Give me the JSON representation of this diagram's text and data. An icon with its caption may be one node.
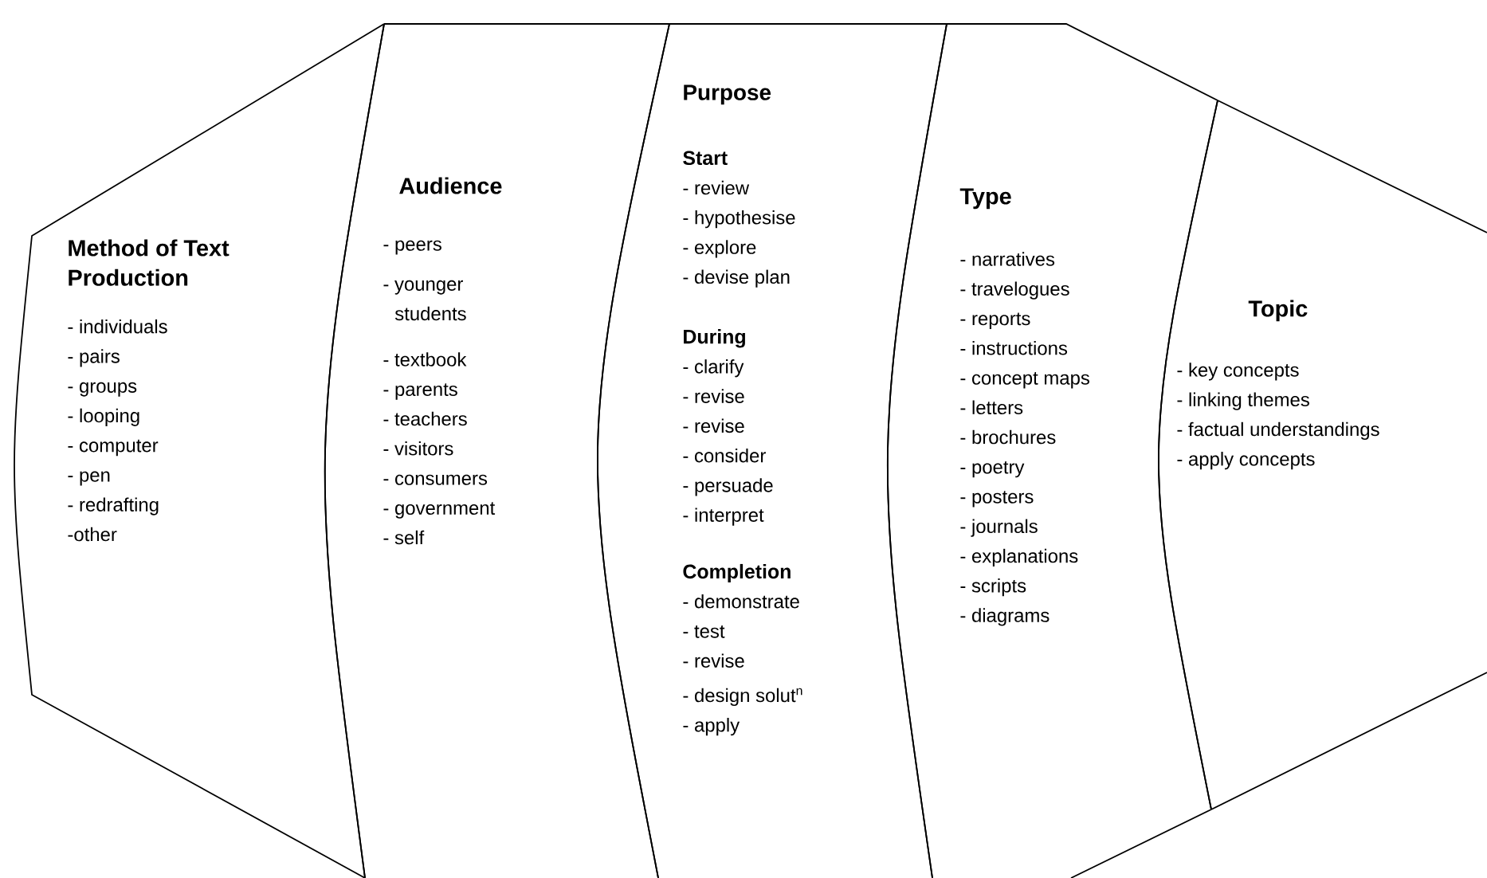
{
  "diagram": {
    "nodes": [
      {
        "text": [
          "Method of Text Production",
          "- individuals",
          "- pairs",
          "- groups",
          "- looping",
          "- computer",
          "- pen",
          "- redrafting",
          "-other"
        ]
      },
      {
        "text": [
          "Audience",
          "- peers",
          "- younger students",
          "- textbook",
          "- parents",
          "- teachers",
          "- visitors",
          "- consumers",
          "- government",
          "- self"
        ]
      },
      {
        "text": [
          "Purpose",
          "Start",
          "- review",
          "- hypothesise",
          "- explore",
          "- devise plan",
          "During",
          "- clarify",
          "- revise",
          "- revise",
          "- consider",
          "- persuade",
          "- interpret",
          "Completion",
          "- demonstrate",
          "- test",
          "- revise",
          "- design solut$^{n}$",
          "- apply"
        ]
      },
      {
        "text": [
          "Type",
          "- narratives",
          "- travelogues",
          "- reports",
          "- instructions",
          "- concept maps",
          "- letters",
          "- brochures",
          "- poetry",
          "- posters",
          "- journals",
          "- explanations",
          "- scripts",
          "- diagrams"
        ]
      },
      {
        "text": [
          "Topic",
          "- key concepts",
          "- linking themes",
          "- factual understandings",
          "- apply concepts"
        ]
      }
    ]
  }
}
